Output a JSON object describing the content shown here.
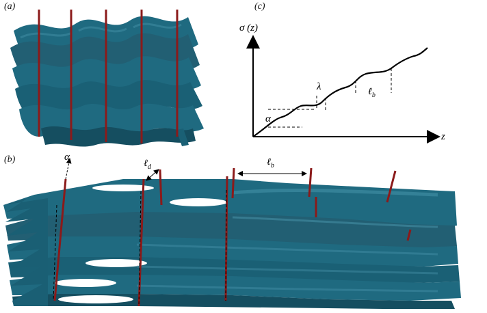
{
  "panels": {
    "a": {
      "label": "(a)"
    },
    "b": {
      "label": "(b)",
      "annotations": {
        "alpha": "α",
        "ell": "ℓ",
        "sub_d": "d",
        "sub_b": "b"
      }
    },
    "c": {
      "label": "(c)",
      "y_axis_label": "σ (z)",
      "x_axis_label": "z",
      "annotations": {
        "alpha": "α",
        "lambda": "λ",
        "ell": "ℓ",
        "sub_b": "b"
      }
    }
  },
  "colors": {
    "layer": "#1f6a80",
    "layer_dark": "#154e60",
    "layer_light": "#3d8aa0",
    "dislocation_line": "#8b1a1a",
    "ink": "#000000"
  }
}
